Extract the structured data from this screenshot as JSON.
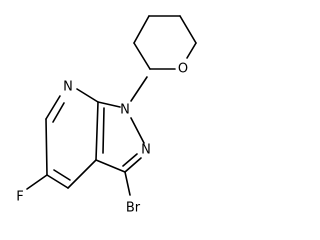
{
  "molecule": {
    "atoms": {
      "oxygen": "O",
      "n1": "N",
      "n2": "N",
      "n_pyridine": "N",
      "fluorine": "F",
      "bromine": "Br"
    }
  },
  "colors": {
    "bond": "#000000",
    "label": "#000000",
    "background": "#ffffff"
  }
}
